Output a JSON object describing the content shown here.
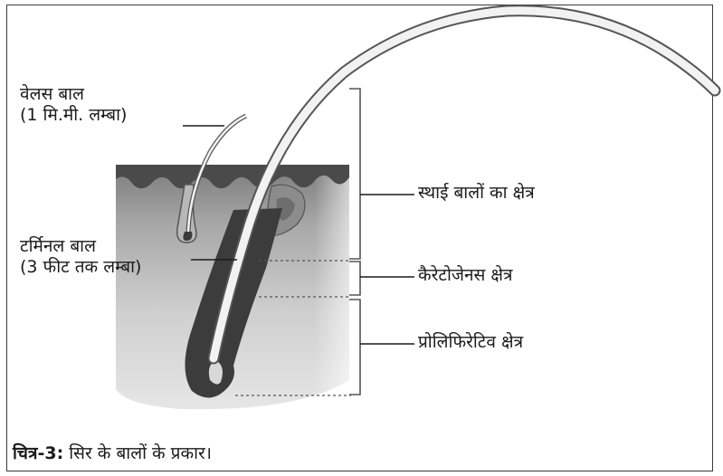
{
  "labels": {
    "vellus_line1": "वेलस बाल",
    "vellus_line2": "(1 मि.मी. लम्बा)",
    "terminal_line1": "टर्मिनल बाल",
    "terminal_line2": "(3 फीट तक लम्बा)",
    "permanent_zone": "स्थाई बालों का क्षेत्र",
    "keratogenous_zone": "कैरेटोजेनस क्षेत्र",
    "proliferative_zone": "प्रोलिफिरेटिव क्षेत्र"
  },
  "caption": {
    "number": "चित्र-3:",
    "text": "सिर के बालों के प्रकार।"
  },
  "colors": {
    "border": "#3a3a3a",
    "text": "#1a1a1a",
    "epidermis": "#4a4a4a",
    "hair_shaft": "#f2f2f2",
    "hair_outline": "#555555",
    "follicle": "#3c3c3c"
  }
}
